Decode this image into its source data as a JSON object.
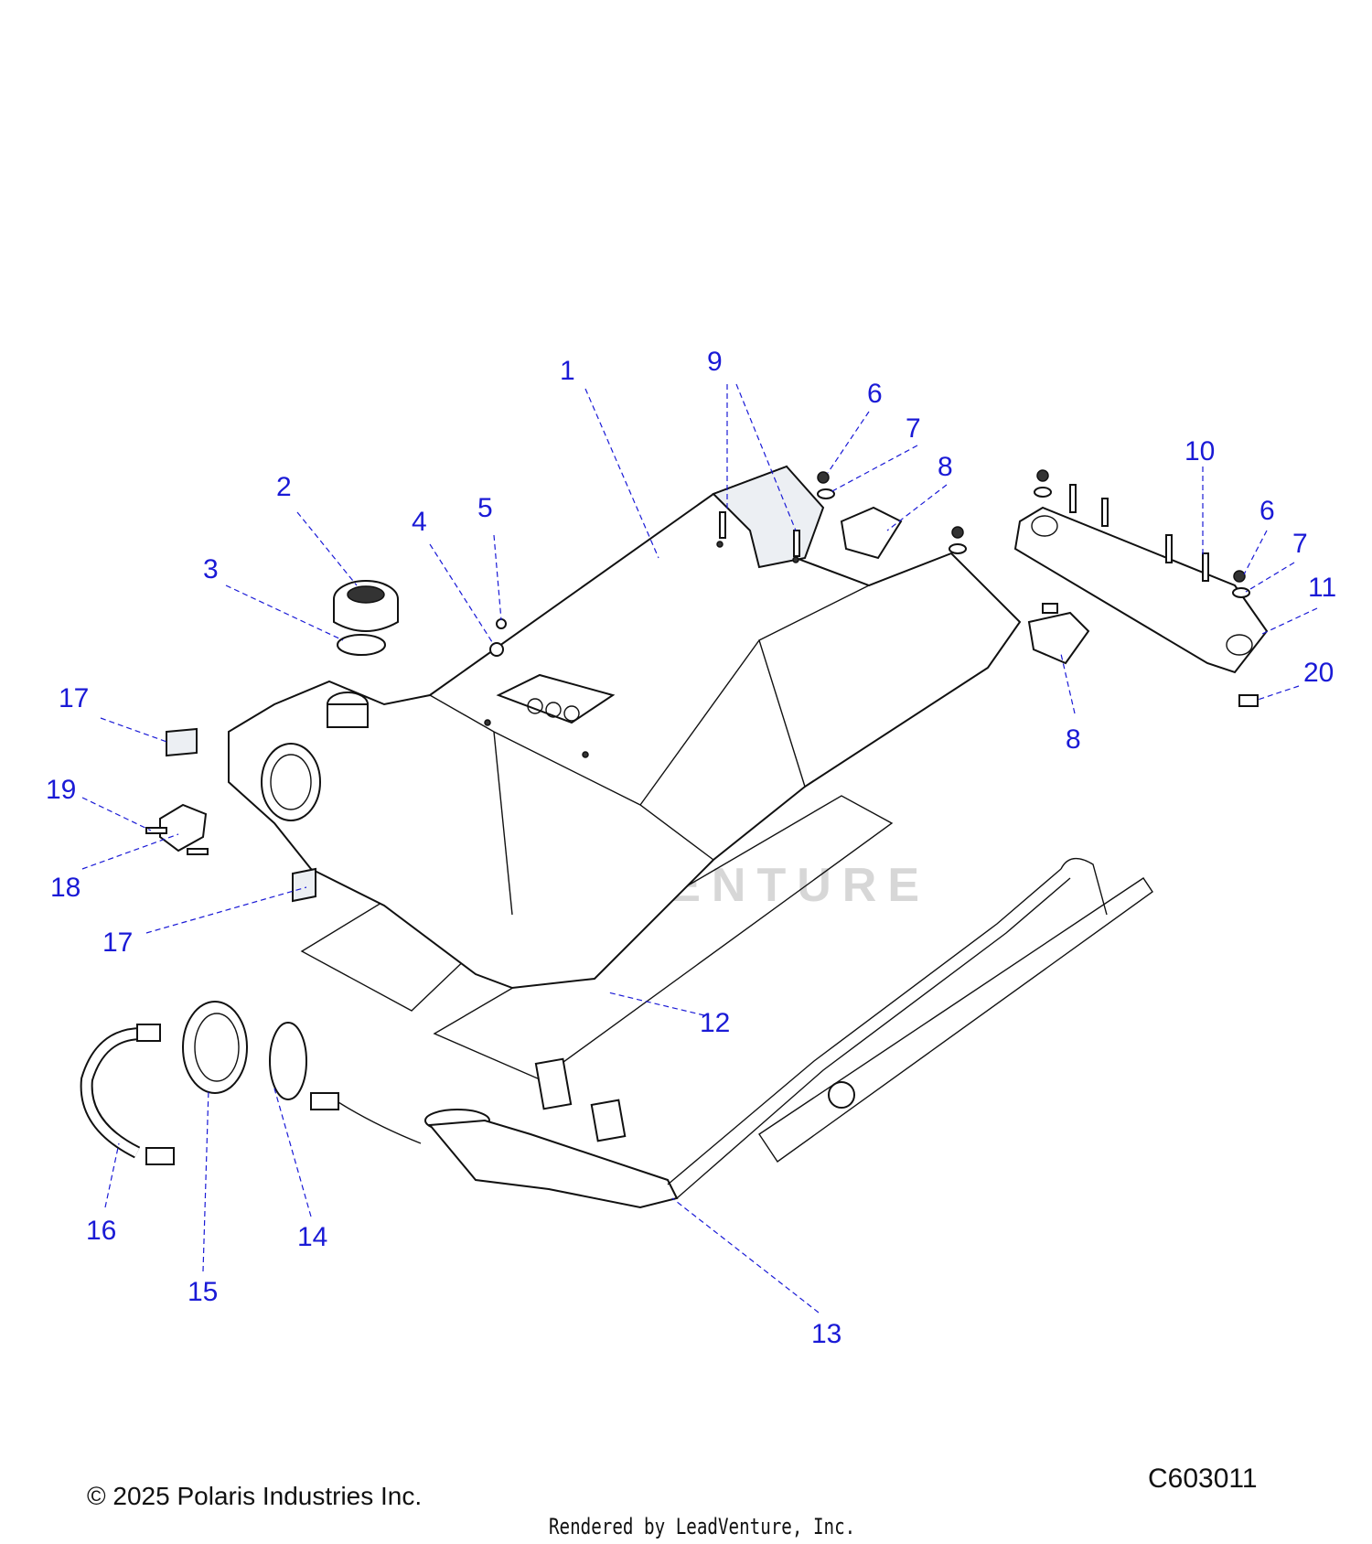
{
  "diagram": {
    "watermark": "LEADVENTURE",
    "figure_id": "C603011",
    "copyright": "© 2025 Polaris Industries Inc.",
    "rendered_by": "Rendered by LeadVenture, Inc.",
    "callouts": [
      {
        "id": "c1",
        "label": "1"
      },
      {
        "id": "c2",
        "label": "2"
      },
      {
        "id": "c3",
        "label": "3"
      },
      {
        "id": "c4",
        "label": "4"
      },
      {
        "id": "c5",
        "label": "5"
      },
      {
        "id": "c6a",
        "label": "6"
      },
      {
        "id": "c6b",
        "label": "6"
      },
      {
        "id": "c7a",
        "label": "7"
      },
      {
        "id": "c7b",
        "label": "7"
      },
      {
        "id": "c8a",
        "label": "8"
      },
      {
        "id": "c8b",
        "label": "8"
      },
      {
        "id": "c9",
        "label": "9"
      },
      {
        "id": "c10",
        "label": "10"
      },
      {
        "id": "c11",
        "label": "11"
      },
      {
        "id": "c12",
        "label": "12"
      },
      {
        "id": "c13",
        "label": "13"
      },
      {
        "id": "c14",
        "label": "14"
      },
      {
        "id": "c15",
        "label": "15"
      },
      {
        "id": "c16",
        "label": "16"
      },
      {
        "id": "c17a",
        "label": "17"
      },
      {
        "id": "c17b",
        "label": "17"
      },
      {
        "id": "c18",
        "label": "18"
      },
      {
        "id": "c19",
        "label": "19"
      },
      {
        "id": "c20",
        "label": "20"
      }
    ]
  }
}
